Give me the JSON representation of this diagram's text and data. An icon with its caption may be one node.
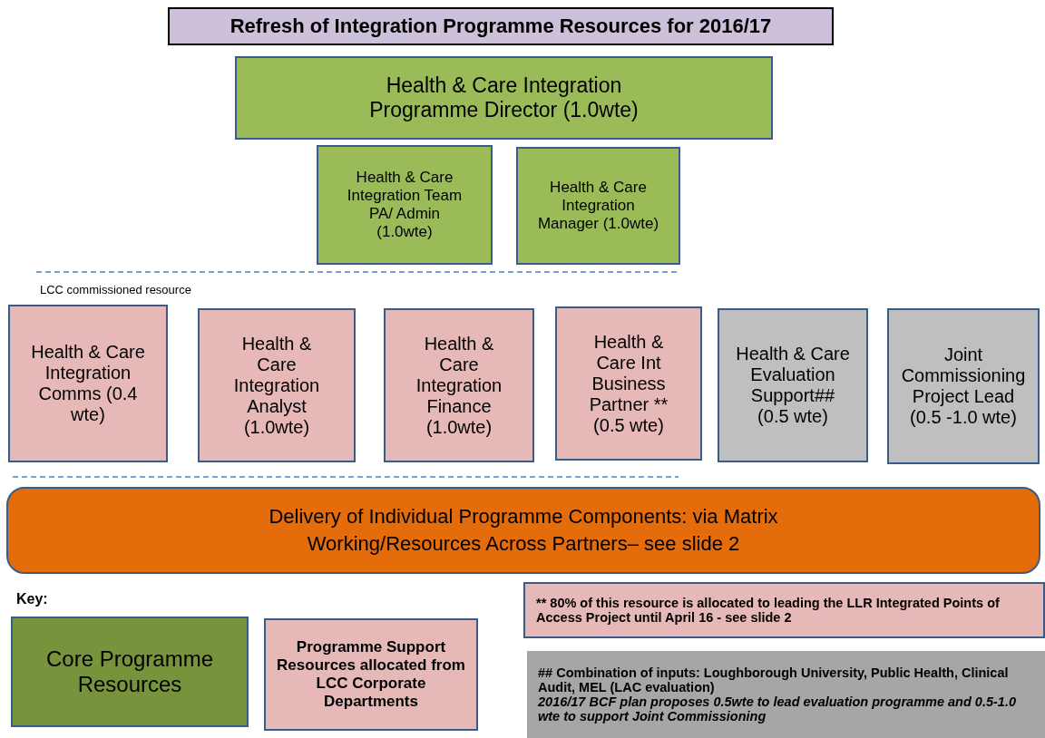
{
  "diagram": {
    "title": "Refresh of Integration Programme Resources for 2016/17",
    "nodes": [
      {
        "text": [
          "Health & Care Integration Programme Director  (1.0wte)"
        ]
      },
      {
        "text": [
          "Health & Care Integration Team PA/ Admin (1.0wte)"
        ]
      },
      {
        "text": [
          "Health & Care Integration Manager (1.0wte)"
        ]
      },
      {
        "text": [
          "Health & Care Integration Comms (0.4 wte)"
        ]
      },
      {
        "text": [
          "Health & Care Integration Analyst (1.0wte)"
        ]
      },
      {
        "text": [
          "Health & Care Integration Finance (1.0wte)"
        ]
      },
      {
        "text": [
          "Health & Care Int Business Partner ** (0.5 wte)"
        ]
      },
      {
        "text": [
          "Health & Care Evaluation Support## (0.5 wte)"
        ]
      },
      {
        "text": [
          "Joint Commissioning Project Lead (0.5 -1.0 wte)"
        ]
      },
      {
        "text": [
          "Delivery of Individual Programme Components: via Matrix  Working/Resources Across Partners– see slide 2"
        ]
      },
      {
        "text": [
          "** 80% of this resource is allocated to leading the LLR Integrated Points of Access Project  until April 16 - see slide 2"
        ]
      },
      {
        "text": [
          "## Combination of inputs: Loughborough University, Public Health, Clinical Audit, MEL (LAC evaluation)",
          "2016/17 BCF plan proposes 0.5wte to lead evaluation programme and 0.5-1.0 wte to support Joint Commissioning"
        ]
      }
    ],
    "edges": [],
    "labels": [
      "LCC commissioned resource",
      "Key:"
    ],
    "legend": [
      {
        "text": "Core Programme Resources",
        "color": "#77933c"
      },
      {
        "text": "Programme Support Resources allocated from LCC Corporate Departments",
        "color": "#e6b9b8"
      }
    ]
  }
}
